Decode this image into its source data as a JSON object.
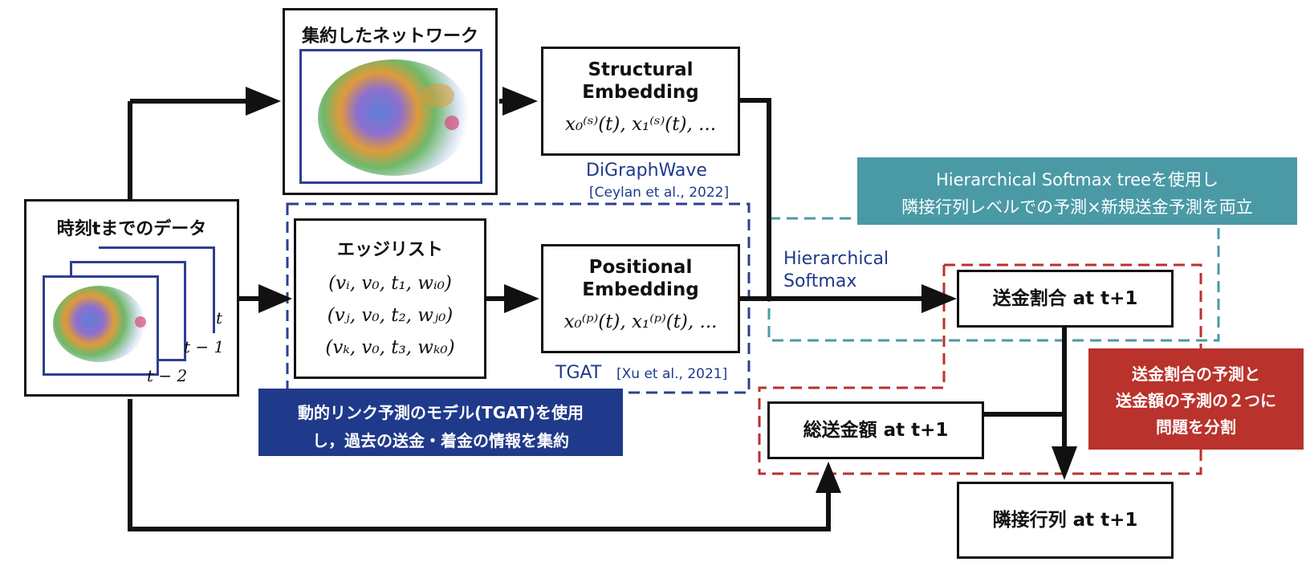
{
  "colors": {
    "line": "#111111",
    "navy": "#1f3a8a",
    "teal": "#4a9aa6",
    "red": "#b9322b",
    "frame_blue": "#2e3f93"
  },
  "aggregated_network": {
    "title": "集約したネットワーク"
  },
  "time_data": {
    "title": "時刻tまでのデータ",
    "frame_labels": [
      "t",
      "t − 1",
      "t − 2"
    ]
  },
  "structural": {
    "title_line1": "Structural",
    "title_line2": "Embedding",
    "formula_math": "x₀⁽ˢ⁾(t), x₁⁽ˢ⁾(t), ..."
  },
  "digraphwave": {
    "name": "DiGraphWave",
    "cite": "[Ceylan et al., 2022]"
  },
  "edgelist": {
    "title": "エッジリスト",
    "rows": [
      "(vᵢ, v₀, t₁, wᵢ₀)",
      "(vⱼ, v₀, t₂, wⱼ₀)",
      "(vₖ, v₀, t₃, wₖ₀)"
    ]
  },
  "positional": {
    "title_line1": "Positional",
    "title_line2": "Embedding",
    "formula_math": "x₀⁽ᵖ⁾(t), x₁⁽ᵖ⁾(t), ..."
  },
  "tgat": {
    "name": "TGAT",
    "cite": "[Xu et al., 2021]"
  },
  "hier_softmax": {
    "line1": "Hierarchical",
    "line2": "Softmax"
  },
  "teal_note": {
    "line1": "Hierarchical Softmax treeを使用し",
    "line2": "隣接行列レベルでの予測×新規送金予測を両立"
  },
  "red_note": {
    "line1": "送金割合の予測と",
    "line2": "送金額の予測の２つに",
    "line3": "問題を分割"
  },
  "navy_note": {
    "line1": "動的リンク予測のモデル(TGAT)を使用",
    "line2": "し，過去の送金・着金の情報を集約"
  },
  "outputs": {
    "ratio": "送金割合 at t+1",
    "total": "総送金額 at t+1",
    "adjacency": "隣接行列 at t+1"
  }
}
